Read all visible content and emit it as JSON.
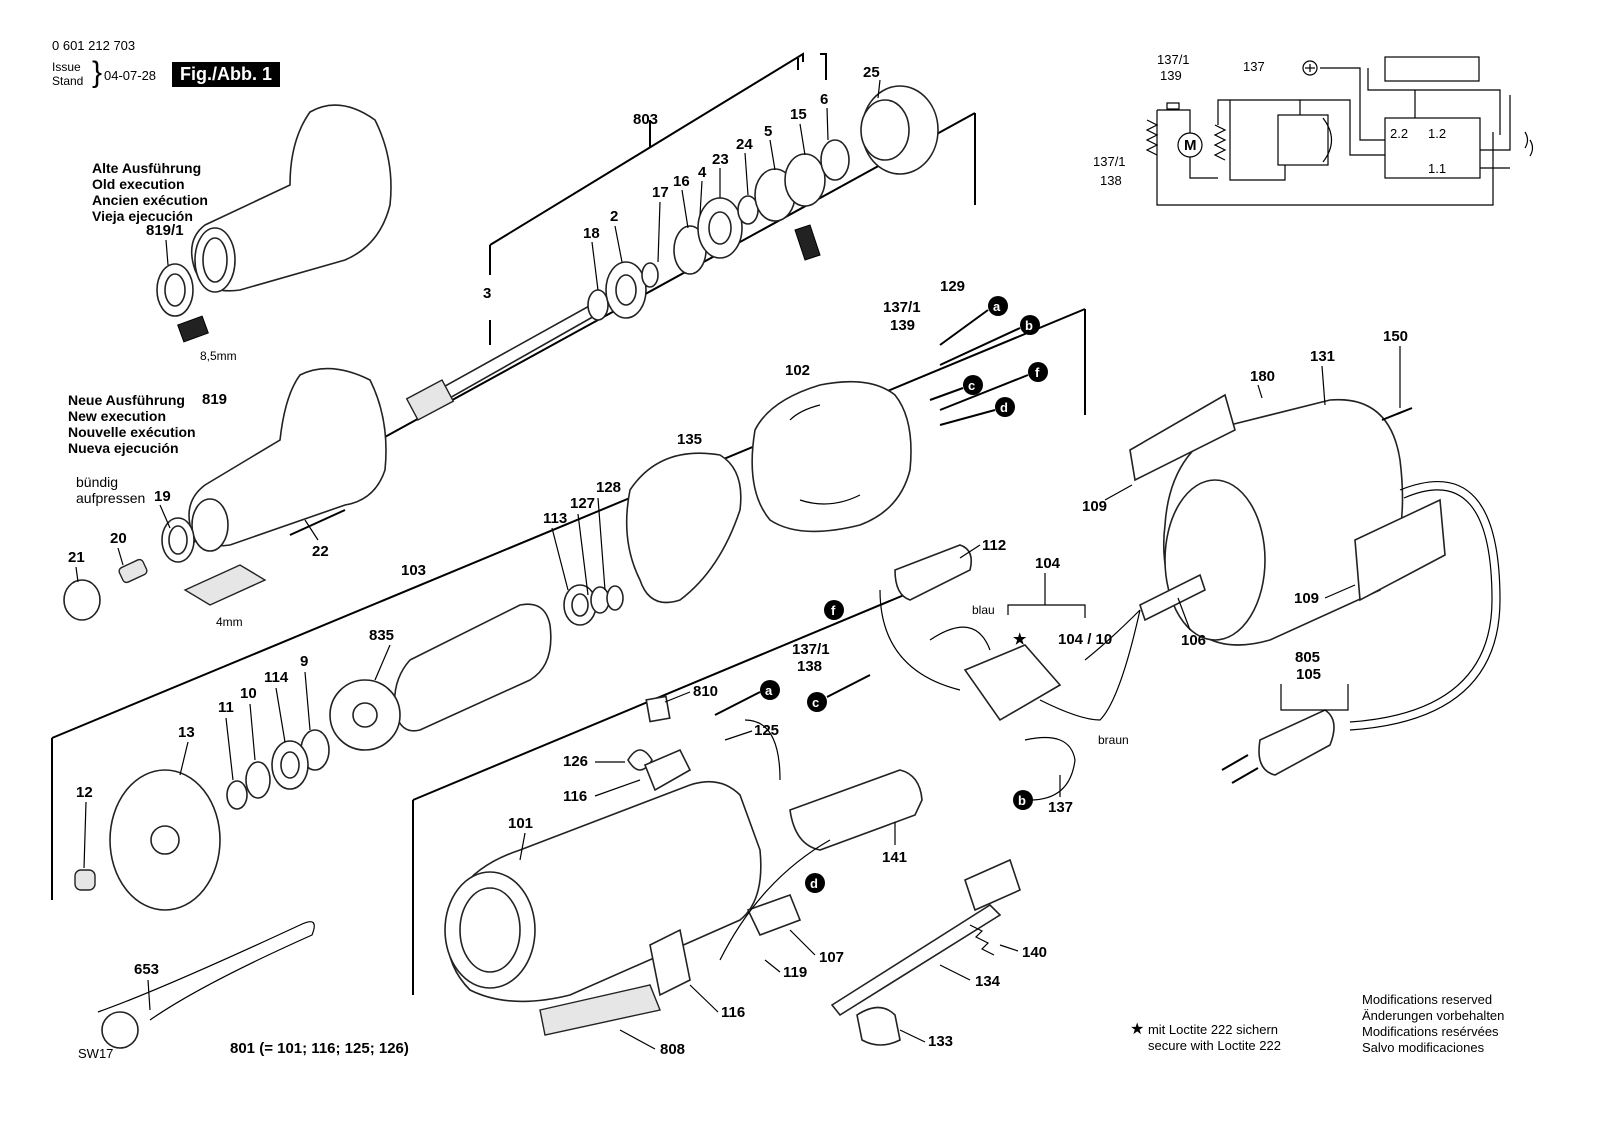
{
  "header": {
    "part_number": "0 601 212 703",
    "issue_label_1": "Issue",
    "issue_label_2": "Stand",
    "date": "04-07-28",
    "figure": "Fig./Abb. 1"
  },
  "notes": {
    "old_execution": [
      "Alte Ausführung",
      "Old execution",
      "Ancien exécution",
      "Vieja ejecución"
    ],
    "new_execution": [
      "Neue Ausführung",
      "New execution",
      "Nouvelle exécution",
      "Nueva ejecución"
    ],
    "flush_press": [
      "bündig",
      "aufpressen"
    ],
    "dim_old": "8,5mm",
    "dim_new": "4mm",
    "wire_blue": "blau",
    "wire_brown": "braun",
    "set_801": "801 (= 101; 116; 125; 126)",
    "loctite_star": "★",
    "loctite": [
      "mit Loctite 222 sichern",
      "secure with Loctite 222"
    ],
    "modifications": [
      "Modifications reserved",
      "Änderungen vorbehalten",
      "Modifications resérvées",
      "Salvo modificaciones"
    ],
    "wrench_size": "SW17"
  },
  "schematic": {
    "labels": [
      "137/1",
      "139",
      "137",
      "137/1",
      "138"
    ],
    "motor": "M",
    "switch_positions": [
      "2.2",
      "1.2",
      "1.1"
    ]
  },
  "callouts": {
    "p803": "803",
    "p25": "25",
    "p6": "6",
    "p15": "15",
    "p5": "5",
    "p24": "24",
    "p23": "23",
    "p4": "4",
    "p16": "16",
    "p17": "17",
    "p2": "2",
    "p18": "18",
    "p3": "3",
    "p819_1": "819/1",
    "p819": "819",
    "p19": "19",
    "p20": "20",
    "p21": "21",
    "p22": "22",
    "p129": "129",
    "p137_1a": "137/1",
    "p139a": "139",
    "p102": "102",
    "p135": "135",
    "p128": "128",
    "p127": "127",
    "p113": "113",
    "p103": "103",
    "p835": "835",
    "p9": "9",
    "p114": "114",
    "p10": "10",
    "p11": "11",
    "p13": "13",
    "p12": "12",
    "p180": "180",
    "p131": "131",
    "p150": "150",
    "p109a": "109",
    "p109b": "109",
    "p112": "112",
    "p104": "104",
    "p104_10": "104 / 10",
    "p106": "106",
    "p137_1b": "137/1",
    "p138": "138",
    "p810": "810",
    "p125": "125",
    "p126": "126",
    "p116a": "116",
    "p101": "101",
    "p141": "141",
    "p805": "805",
    "p105": "105",
    "p137": "137",
    "p107": "107",
    "p119": "119",
    "p140": "140",
    "p134": "134",
    "p116b": "116",
    "p808": "808",
    "p133": "133",
    "p653": "653"
  },
  "wire_tags": {
    "a1": "a",
    "b1": "b",
    "c1": "c",
    "f1": "f",
    "d1": "d",
    "f2": "f",
    "c2": "c",
    "a2": "a",
    "b2": "b",
    "d2": "d"
  }
}
